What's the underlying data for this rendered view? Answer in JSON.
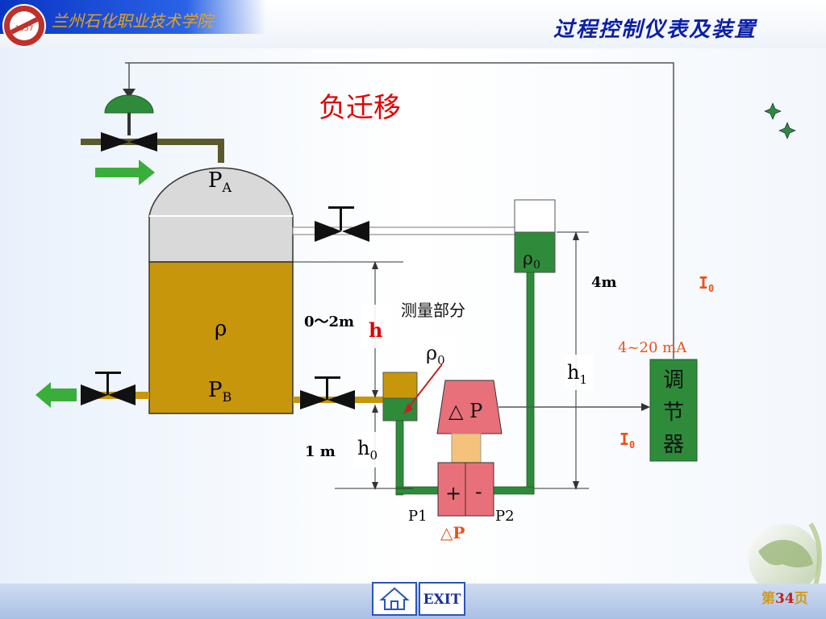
{
  "header": {
    "school_name": "兰州石化职业技术学院",
    "course_title": "过程控制仪表及装置",
    "logo_year": "1957"
  },
  "diagram": {
    "title": "负迁移",
    "tank_top_label": "P",
    "tank_top_sub": "A",
    "tank_density": "ρ",
    "tank_bottom_label": "P",
    "tank_bottom_sub": "B",
    "range_label": "0～2m",
    "level_symbol": "h",
    "measure_part_label": "测量部分",
    "rho0_top": "ρ",
    "rho0_top_sub": "0",
    "rho0_mid": "ρ",
    "rho0_mid_sub": "0",
    "height_4m": "4m",
    "h1_label": "h",
    "h1_sub": "1",
    "h0_label": "h",
    "h0_sub": "0",
    "one_m": "1 m",
    "dp_transmitter": "△ P",
    "plus_sign": "+",
    "minus_sign": "-",
    "p1_label": "P1",
    "p2_label": "P2",
    "dp_bottom": "△P",
    "current_top": "I",
    "current_top_sub": "0",
    "current_side": "I",
    "current_side_sub": "0",
    "signal_range": "4~20 mA",
    "controller_chars": [
      "调",
      "节",
      "器"
    ]
  },
  "footer": {
    "exit_label": "EXIT",
    "page_prefix": "第",
    "page_number": "34",
    "page_suffix": "页"
  },
  "colors": {
    "liquid": "#c8960a",
    "vapor": "#d9d9d9",
    "seal_fluid": "#2e8b3a",
    "pipe_olive": "#5a5a2a",
    "title_red": "#e00000",
    "accent_orange": "#e8521a",
    "valve_actuator": "#2e8b3a",
    "transmitter": "#e8707a"
  }
}
